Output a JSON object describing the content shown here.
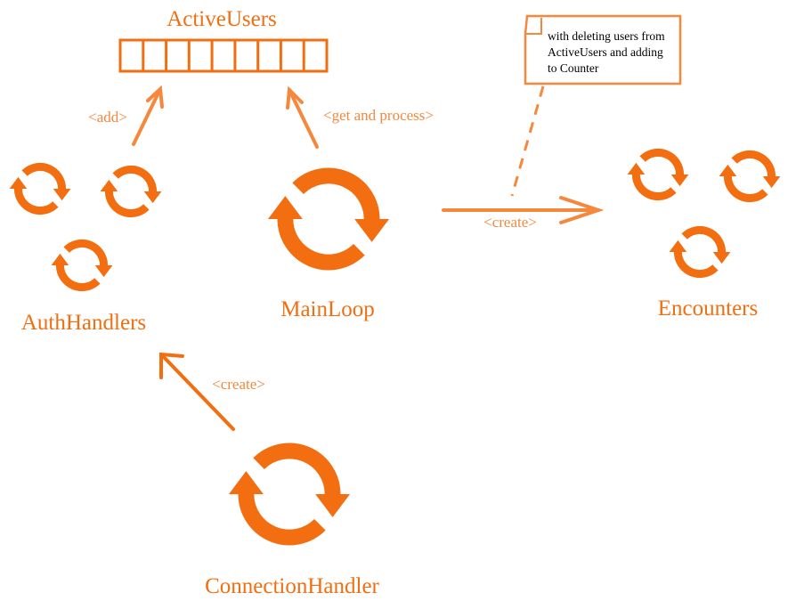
{
  "colors": {
    "accent": "#f26e10",
    "accent_light": "#f5883c",
    "background": "#ffffff",
    "note_text": "#000000"
  },
  "nodes": {
    "active_users": "ActiveUsers",
    "auth_handlers": "AuthHandlers",
    "main_loop": "MainLoop",
    "encounters": "Encounters",
    "connection_handler": "ConnectionHandler"
  },
  "edges": {
    "add": "<add>",
    "get_and_process": "<get and process>",
    "create_encounters": "<create>",
    "create_auth": "<create>"
  },
  "note": {
    "line1": "with deleting users from",
    "line2": "ActiveUsers and adding",
    "line3": "to Counter"
  },
  "icons": [
    "queue-icon",
    "cycle-icon",
    "arrow-icon"
  ]
}
